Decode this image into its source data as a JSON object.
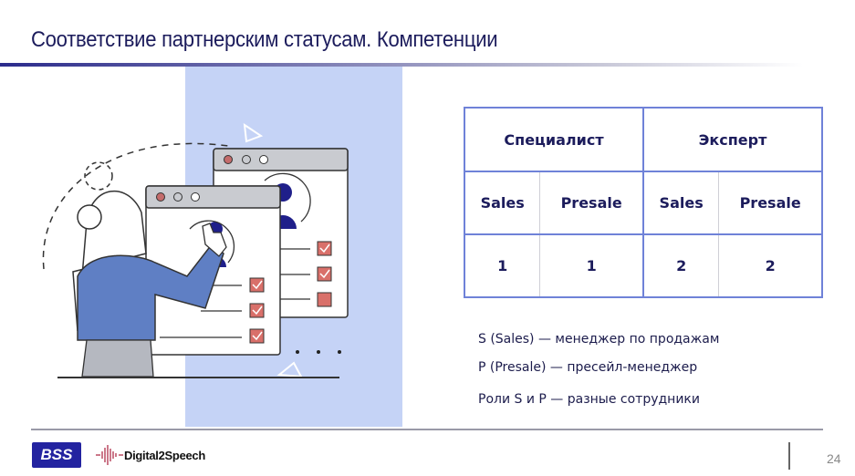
{
  "slide": {
    "title": "Соответствие партнерским статусам. Компетенции",
    "page_number": "24"
  },
  "table": {
    "groups": [
      "Специалист",
      "Эксперт"
    ],
    "roles": [
      "Sales",
      "Presale",
      "Sales",
      "Presale"
    ],
    "values": [
      "1",
      "1",
      "2",
      "2"
    ]
  },
  "notes": [
    "S (Sales) — менеджер по продажам",
    "P (Presale) — пресейл-менеджер",
    "Роли S и P — разные сотрудники"
  ],
  "footer": {
    "logo_bss": "BSS",
    "logo_d2s": "Digital2Speech"
  },
  "colors": {
    "title": "#1c1c5c",
    "accent_blue": "#6f82d8",
    "panel": "#c5d3f6",
    "check": "#d9706a"
  }
}
